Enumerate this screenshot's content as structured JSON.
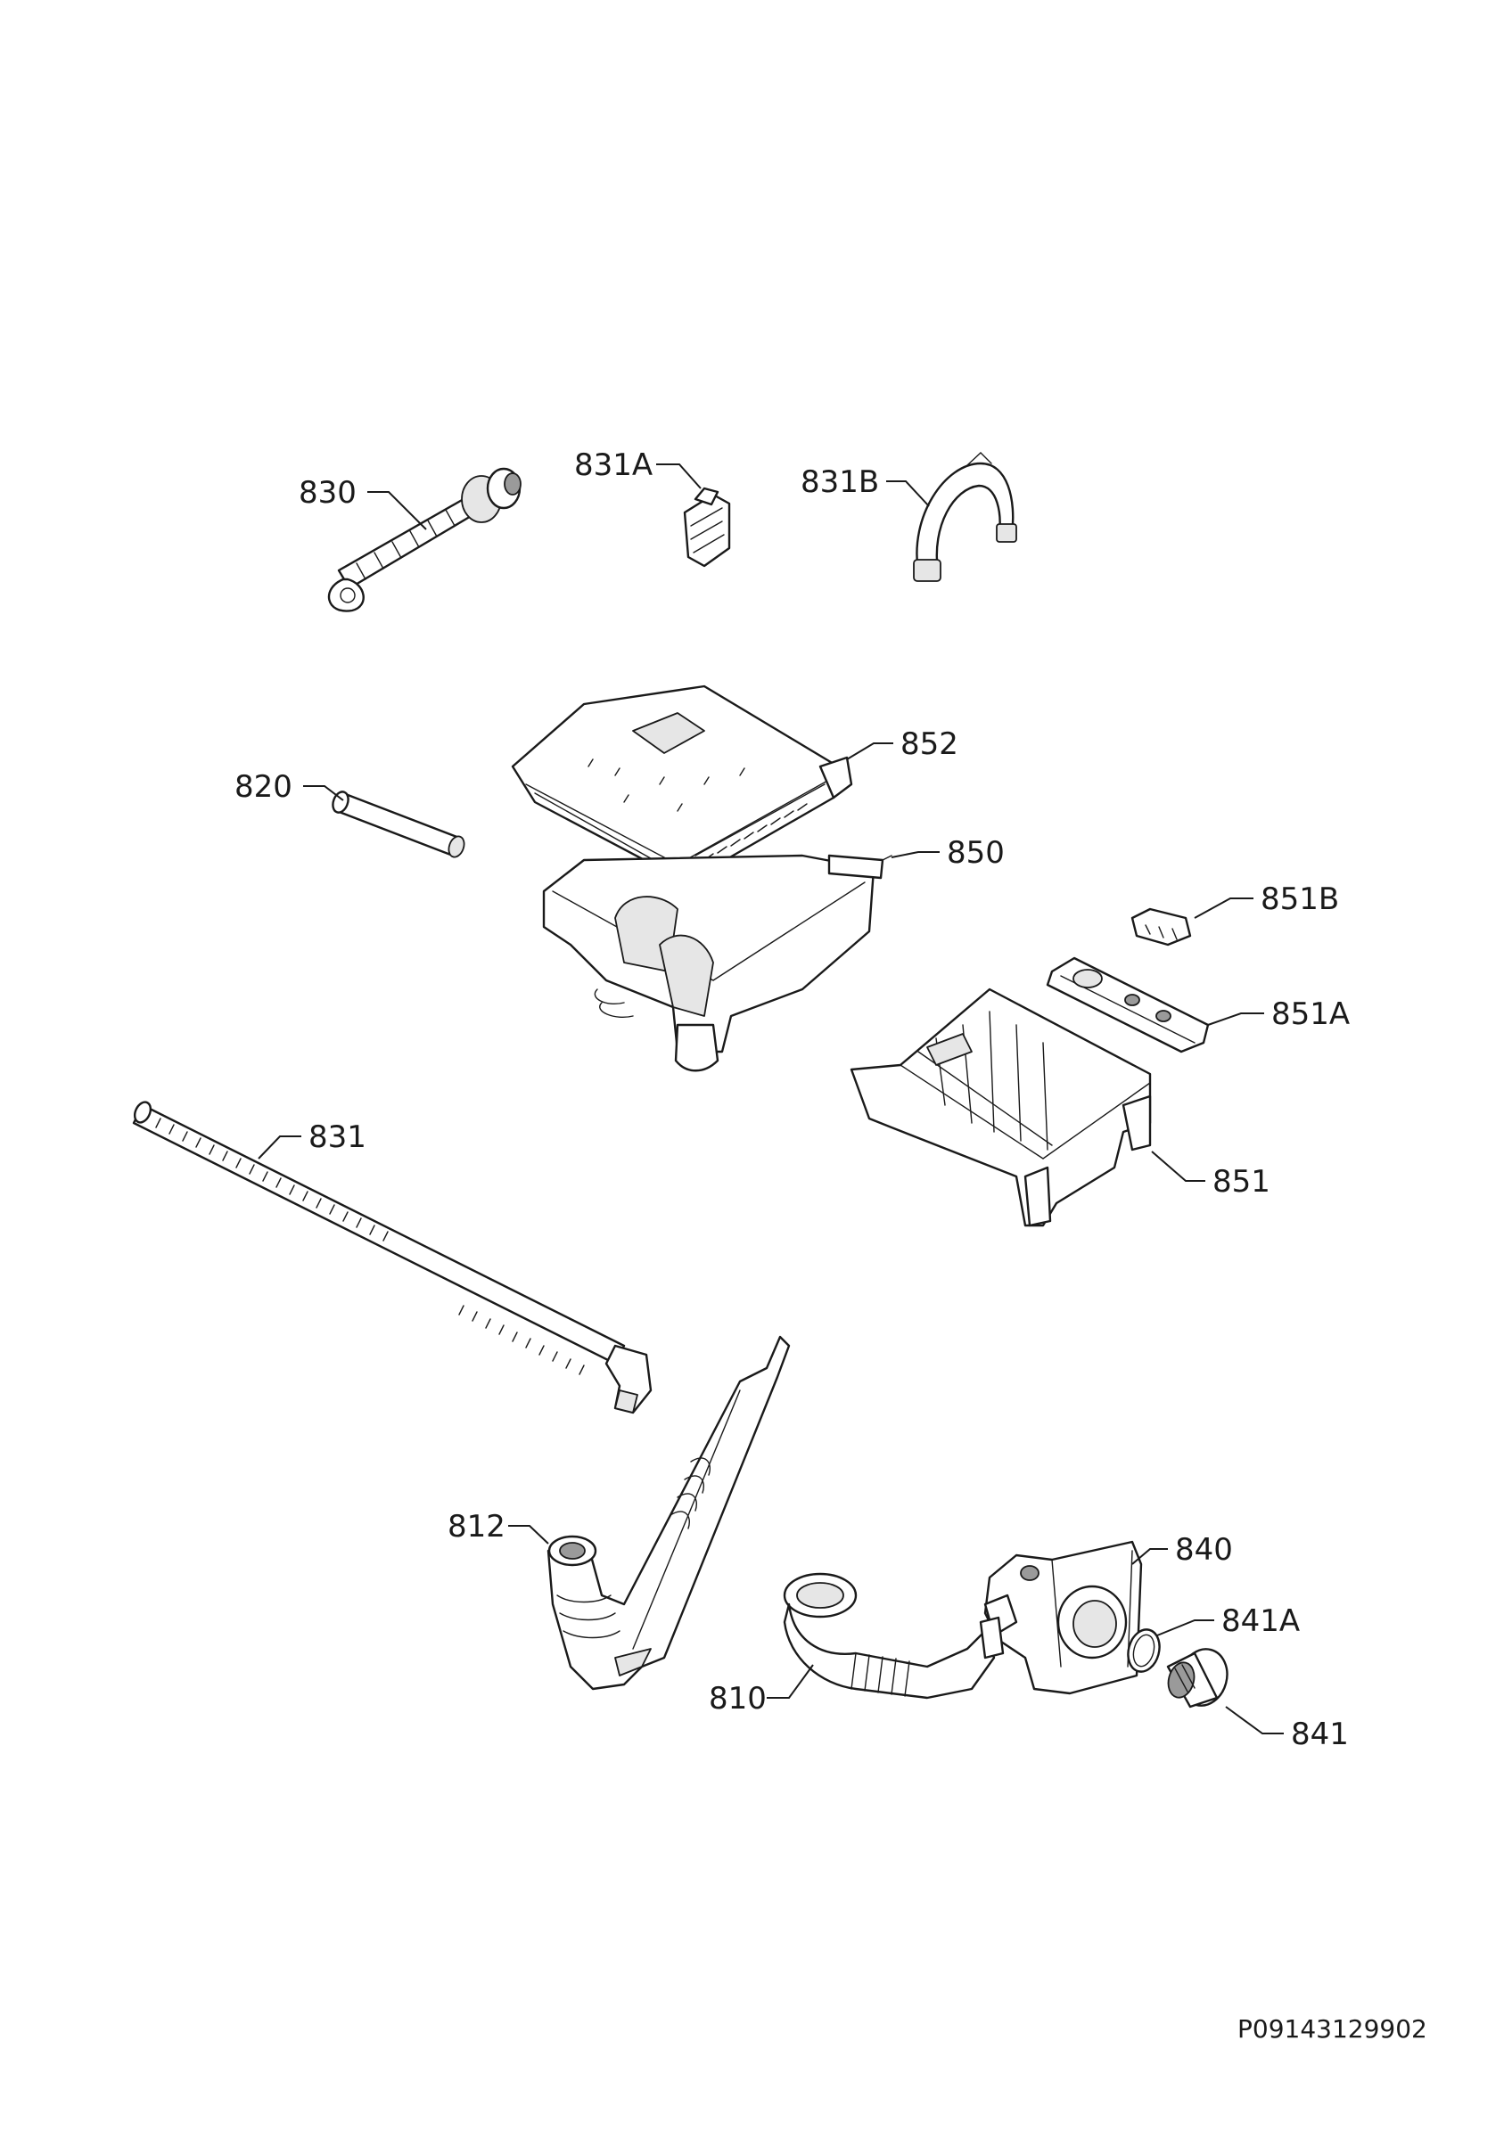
{
  "diagram": {
    "parts": [
      {
        "id": "830",
        "label": "830"
      },
      {
        "id": "831A",
        "label": "831A"
      },
      {
        "id": "831B",
        "label": "831B"
      },
      {
        "id": "852",
        "label": "852"
      },
      {
        "id": "820",
        "label": "820"
      },
      {
        "id": "850",
        "label": "850"
      },
      {
        "id": "851B",
        "label": "851B"
      },
      {
        "id": "851A",
        "label": "851A"
      },
      {
        "id": "831",
        "label": "831"
      },
      {
        "id": "851",
        "label": "851"
      },
      {
        "id": "840",
        "label": "840"
      },
      {
        "id": "812",
        "label": "812"
      },
      {
        "id": "841A",
        "label": "841A"
      },
      {
        "id": "810",
        "label": "810"
      },
      {
        "id": "841",
        "label": "841"
      }
    ],
    "document_id": "P09143129902"
  }
}
